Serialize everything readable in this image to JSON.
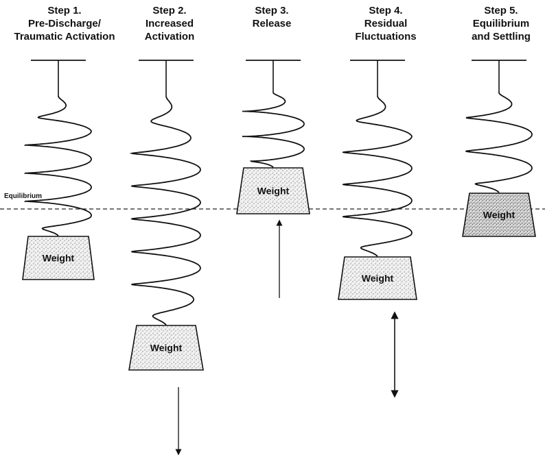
{
  "equilibrium_label": "Equilibrium",
  "weight_label": "Weight",
  "steps": [
    {
      "heading": "Step 1.",
      "line1": "Pre-Discharge/",
      "line2": "Traumatic Activation"
    },
    {
      "heading": "Step 2.",
      "line1": "Increased",
      "line2": "Activation"
    },
    {
      "heading": "Step 3.",
      "line1": "Release",
      "line2": ""
    },
    {
      "heading": "Step 4.",
      "line1": "Residual",
      "line2": "Fluctuations"
    },
    {
      "heading": "Step 5.",
      "line1": "Equilibrium",
      "line2": "and Settling"
    }
  ]
}
